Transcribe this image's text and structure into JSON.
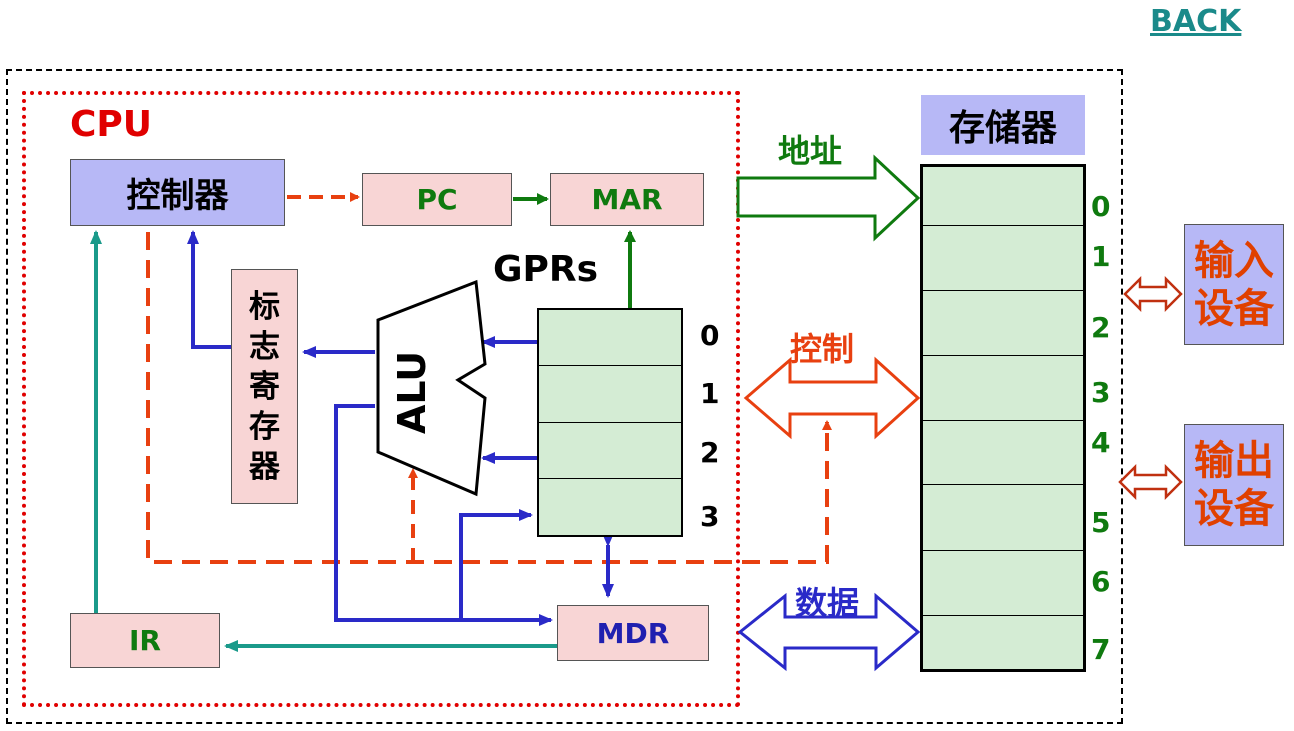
{
  "nav": {
    "back_label": "BACK"
  },
  "cpu": {
    "title": "CPU",
    "controller": "控制器",
    "pc": "PC",
    "mar": "MAR",
    "ir": "IR",
    "mdr": "MDR",
    "flags_register": [
      "标",
      "志",
      "寄",
      "存",
      "器"
    ],
    "alu": "ALU",
    "gprs_label": "GPRs",
    "gpr_indices": [
      "0",
      "1",
      "2",
      "3"
    ]
  },
  "memory": {
    "title": "存储器",
    "indices": [
      "0",
      "1",
      "2",
      "3",
      "4",
      "5",
      "6",
      "7"
    ]
  },
  "buses": {
    "address": "地址",
    "control": "控制",
    "data": "数据"
  },
  "io": {
    "input_device": [
      "输入",
      "设备"
    ],
    "output_device": [
      "输出",
      "设备"
    ]
  },
  "colors": {
    "address_bus": "#0f7a0f",
    "control_bus": "#e84010",
    "data_bus": "#2a2ac8",
    "ir_line": "#1a9a8a",
    "cpu_border": "#e00000",
    "io_arrow": "#c03010"
  }
}
